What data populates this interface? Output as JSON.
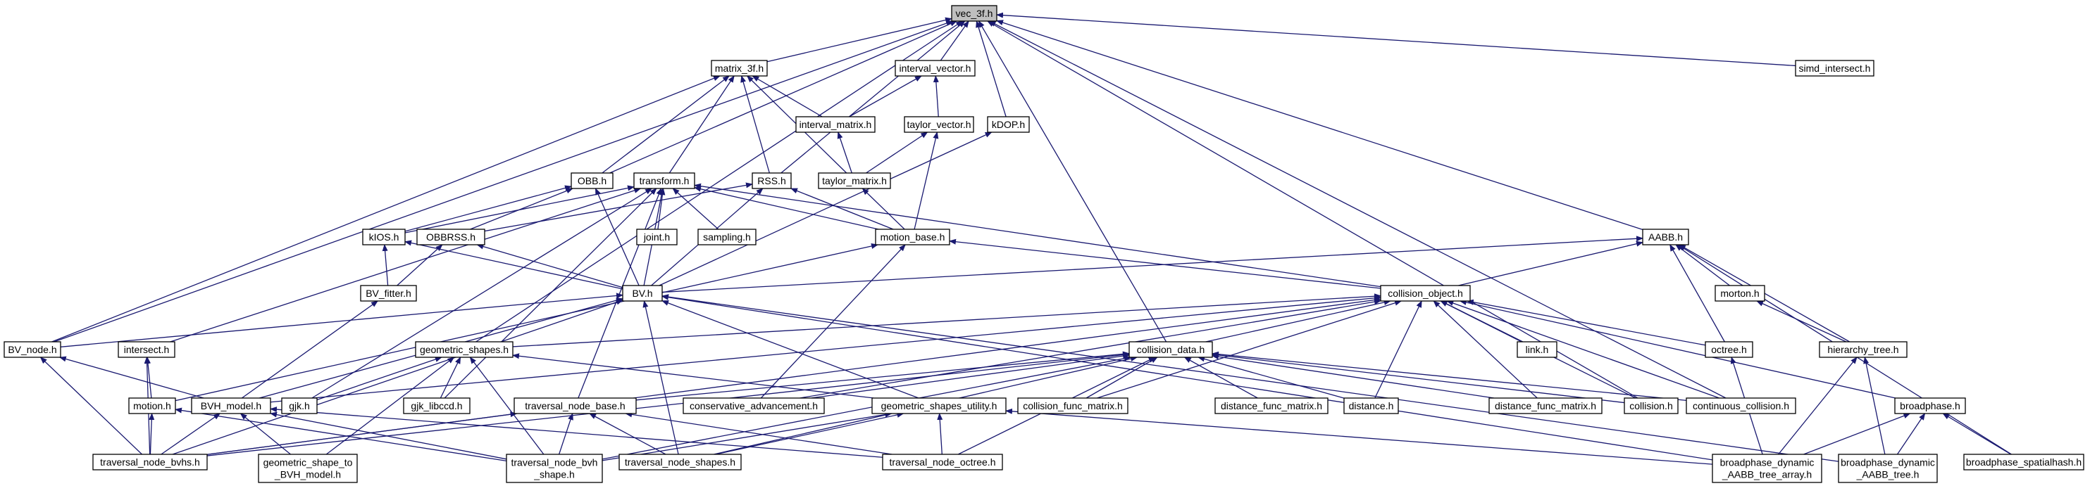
{
  "colors": {
    "edge": "#191970",
    "node_fill": "#ffffff",
    "node_border": "#000000",
    "node_border_incomplete": "#ff0000",
    "root_fill": "#bfbfbf",
    "text": "#000000"
  },
  "nodes": {
    "vec_3f": {
      "label": "vec_3f.h",
      "root": true
    },
    "matrix_3f": {
      "label": "matrix_3f.h"
    },
    "interval_vector": {
      "label": "interval_vector.h"
    },
    "simd_intersect": {
      "label": "simd_intersect.h"
    },
    "interval_matrix": {
      "label": "interval_matrix.h"
    },
    "taylor_vector": {
      "label": "taylor_vector.h"
    },
    "kdop": {
      "label": "kDOP.h"
    },
    "obb": {
      "label": "OBB.h"
    },
    "transform": {
      "label": "transform.h"
    },
    "rss": {
      "label": "RSS.h"
    },
    "taylor_matrix": {
      "label": "taylor_matrix.h"
    },
    "kios": {
      "label": "kIOS.h",
      "incomplete": true
    },
    "obbrss": {
      "label": "OBBRSS.h",
      "incomplete": true
    },
    "joint": {
      "label": "joint.h",
      "incomplete": true
    },
    "sampling": {
      "label": "sampling.h",
      "incomplete": true
    },
    "motion_base": {
      "label": "motion_base.h"
    },
    "aabb": {
      "label": "AABB.h"
    },
    "bv_fitter": {
      "label": "BV_fitter.h"
    },
    "bv": {
      "label": "BV.h"
    },
    "collision_object": {
      "label": "collision_object.h"
    },
    "morton": {
      "label": "morton.h"
    },
    "bv_node": {
      "label": "BV_node.h"
    },
    "intersect": {
      "label": "intersect.h"
    },
    "geometric_shapes": {
      "label": "geometric_shapes.h"
    },
    "collision_data": {
      "label": "collision_data.h"
    },
    "link": {
      "label": "link.h",
      "incomplete": true
    },
    "octree": {
      "label": "octree.h"
    },
    "hierarchy_tree": {
      "label": "hierarchy_tree.h"
    },
    "motion": {
      "label": "motion.h"
    },
    "bvh_model": {
      "label": "BVH_model.h",
      "incomplete": true
    },
    "gjk": {
      "label": "gjk.h",
      "incomplete": true
    },
    "gjk_libccd": {
      "label": "gjk_libccd.h",
      "incomplete": true
    },
    "traversal_node_base": {
      "label": "traversal_node_base.h",
      "incomplete": true
    },
    "conservative_advancement": {
      "label": "conservative_advancement.h"
    },
    "geometric_shapes_utility": {
      "label": "geometric_shapes_utility.h"
    },
    "collision_func_matrix": {
      "label": "collision_func_matrix.h"
    },
    "distance_func_matrix_1": {
      "label": "distance_func_matrix.h"
    },
    "distance": {
      "label": "distance.h"
    },
    "distance_func_matrix_2": {
      "label": "distance_func_matrix.h"
    },
    "collision": {
      "label": "collision.h"
    },
    "continuous_collision": {
      "label": "continuous_collision.h"
    },
    "broadphase": {
      "label": "broadphase.h",
      "incomplete": true
    },
    "traversal_node_bvhs": {
      "label": "traversal_node_bvhs.h",
      "incomplete": true
    },
    "geometric_shape_to_bvh_model": {
      "label": [
        "geometric_shape_to",
        "_BVH_model.h"
      ]
    },
    "traversal_node_bvh_shape": {
      "label": [
        "traversal_node_bvh",
        "_shape.h"
      ],
      "incomplete": true
    },
    "traversal_node_shapes": {
      "label": "traversal_node_shapes.h",
      "incomplete": true
    },
    "traversal_node_octree": {
      "label": "traversal_node_octree.h"
    },
    "broadphase_dynamic_aabb_tree_array": {
      "label": [
        "broadphase_dynamic",
        "_AABB_tree_array.h"
      ]
    },
    "broadphase_dynamic_aabb_tree": {
      "label": [
        "broadphase_dynamic",
        "_AABB_tree.h"
      ]
    },
    "broadphase_spatialhash": {
      "label": "broadphase_spatialhash.h"
    }
  },
  "edges": [
    [
      "matrix_3f",
      "vec_3f"
    ],
    [
      "interval_vector",
      "vec_3f"
    ],
    [
      "simd_intersect",
      "vec_3f"
    ],
    [
      "kdop",
      "vec_3f"
    ],
    [
      "obb",
      "vec_3f"
    ],
    [
      "rss",
      "vec_3f"
    ],
    [
      "aabb",
      "vec_3f"
    ],
    [
      "bv_node",
      "vec_3f"
    ],
    [
      "geometric_shapes",
      "vec_3f"
    ],
    [
      "collision_data",
      "vec_3f"
    ],
    [
      "collision",
      "vec_3f"
    ],
    [
      "continuous_collision",
      "vec_3f"
    ],
    [
      "transform",
      "matrix_3f"
    ],
    [
      "obb",
      "matrix_3f"
    ],
    [
      "rss",
      "matrix_3f"
    ],
    [
      "interval_matrix",
      "matrix_3f"
    ],
    [
      "taylor_matrix",
      "matrix_3f"
    ],
    [
      "bv_node",
      "matrix_3f"
    ],
    [
      "interval_matrix",
      "interval_vector"
    ],
    [
      "taylor_vector",
      "interval_vector"
    ],
    [
      "taylor_matrix",
      "interval_matrix"
    ],
    [
      "taylor_matrix",
      "taylor_vector"
    ],
    [
      "motion_base",
      "taylor_vector"
    ],
    [
      "motion_base",
      "taylor_matrix"
    ],
    [
      "bv",
      "kdop"
    ],
    [
      "kios",
      "obb"
    ],
    [
      "obbrss",
      "obb"
    ],
    [
      "bv",
      "obb"
    ],
    [
      "obbrss",
      "rss"
    ],
    [
      "bv",
      "rss"
    ],
    [
      "motion_base",
      "rss"
    ],
    [
      "joint",
      "transform"
    ],
    [
      "sampling",
      "transform"
    ],
    [
      "motion_base",
      "transform"
    ],
    [
      "bv",
      "transform"
    ],
    [
      "collision_object",
      "transform"
    ],
    [
      "traversal_node_base",
      "transform"
    ],
    [
      "gjk",
      "transform"
    ],
    [
      "gjk_libccd",
      "transform"
    ],
    [
      "kios",
      "transform"
    ],
    [
      "intersect",
      "transform"
    ],
    [
      "bv_fitter",
      "kios"
    ],
    [
      "bv",
      "kios"
    ],
    [
      "bv_fitter",
      "obbrss"
    ],
    [
      "bv",
      "obbrss"
    ],
    [
      "bv",
      "aabb"
    ],
    [
      "collision_object",
      "aabb"
    ],
    [
      "morton",
      "aabb"
    ],
    [
      "hierarchy_tree",
      "aabb"
    ],
    [
      "octree",
      "aabb"
    ],
    [
      "broadphase_spatialhash",
      "aabb"
    ],
    [
      "collision_object",
      "motion_base"
    ],
    [
      "conservative_advancement",
      "motion_base"
    ],
    [
      "motion",
      "motion_base"
    ],
    [
      "bvh_model",
      "bv_fitter"
    ],
    [
      "hierarchy_tree",
      "morton"
    ],
    [
      "bv_node",
      "bv"
    ],
    [
      "bvh_model",
      "bv"
    ],
    [
      "traversal_node_bvhs",
      "bv"
    ],
    [
      "traversal_node_shapes",
      "bv"
    ],
    [
      "broadphase_dynamic_aabb_tree",
      "bv"
    ],
    [
      "broadphase_dynamic_aabb_tree_array",
      "bv"
    ],
    [
      "geometric_shapes_utility",
      "bv"
    ],
    [
      "geometric_shapes",
      "collision_object"
    ],
    [
      "collision_data",
      "collision_object"
    ],
    [
      "link",
      "collision_object"
    ],
    [
      "octree",
      "collision_object"
    ],
    [
      "collision_func_matrix",
      "collision_object"
    ],
    [
      "distance",
      "collision_object"
    ],
    [
      "distance_func_matrix_2",
      "collision_object"
    ],
    [
      "collision",
      "collision_object"
    ],
    [
      "continuous_collision",
      "collision_object"
    ],
    [
      "broadphase",
      "collision_object"
    ],
    [
      "conservative_advancement",
      "collision_object"
    ],
    [
      "bvh_model",
      "collision_object"
    ],
    [
      "traversal_node_bvhs",
      "collision_object"
    ],
    [
      "bvh_model",
      "bv_node"
    ],
    [
      "traversal_node_bvhs",
      "bv_node"
    ],
    [
      "motion",
      "intersect"
    ],
    [
      "traversal_node_bvhs",
      "intersect"
    ],
    [
      "gjk",
      "geometric_shapes"
    ],
    [
      "gjk_libccd",
      "geometric_shapes"
    ],
    [
      "geometric_shapes_utility",
      "geometric_shapes"
    ],
    [
      "geometric_shape_to_bvh_model",
      "geometric_shapes"
    ],
    [
      "traversal_node_bvh_shape",
      "geometric_shapes"
    ],
    [
      "traversal_node_base",
      "collision_data"
    ],
    [
      "conservative_advancement",
      "collision_data"
    ],
    [
      "collision_func_matrix",
      "collision_data"
    ],
    [
      "distance_func_matrix_1",
      "collision_data"
    ],
    [
      "distance",
      "collision_data"
    ],
    [
      "distance_func_matrix_2",
      "collision_data"
    ],
    [
      "collision",
      "collision_data"
    ],
    [
      "continuous_collision",
      "collision_data"
    ],
    [
      "traversal_node_octree",
      "collision_data"
    ],
    [
      "traversal_node_bvh_shape",
      "collision_data"
    ],
    [
      "traversal_node_shapes",
      "collision_data"
    ],
    [
      "traversal_node_bvhs",
      "collision_data"
    ],
    [
      "broadphase_dynamic_aabb_tree_array",
      "octree"
    ],
    [
      "broadphase_dynamic_aabb_tree",
      "hierarchy_tree"
    ],
    [
      "broadphase_dynamic_aabb_tree_array",
      "hierarchy_tree"
    ],
    [
      "traversal_node_bvhs",
      "motion"
    ],
    [
      "traversal_node_bvh_shape",
      "motion"
    ],
    [
      "traversal_node_bvhs",
      "bvh_model"
    ],
    [
      "traversal_node_bvh_shape",
      "bvh_model"
    ],
    [
      "geometric_shape_to_bvh_model",
      "bvh_model"
    ],
    [
      "traversal_node_octree",
      "bvh_model"
    ],
    [
      "traversal_node_bvhs",
      "traversal_node_base"
    ],
    [
      "traversal_node_bvh_shape",
      "traversal_node_base"
    ],
    [
      "traversal_node_shapes",
      "traversal_node_base"
    ],
    [
      "traversal_node_octree",
      "traversal_node_base"
    ],
    [
      "traversal_node_bvh_shape",
      "geometric_shapes_utility"
    ],
    [
      "traversal_node_shapes",
      "geometric_shapes_utility"
    ],
    [
      "traversal_node_octree",
      "geometric_shapes_utility"
    ],
    [
      "broadphase_dynamic_aabb_tree_array",
      "geometric_shapes_utility"
    ],
    [
      "broadphase_dynamic_aabb_tree_array",
      "broadphase"
    ],
    [
      "broadphase_dynamic_aabb_tree",
      "broadphase"
    ],
    [
      "broadphase_spatialhash",
      "broadphase"
    ]
  ]
}
